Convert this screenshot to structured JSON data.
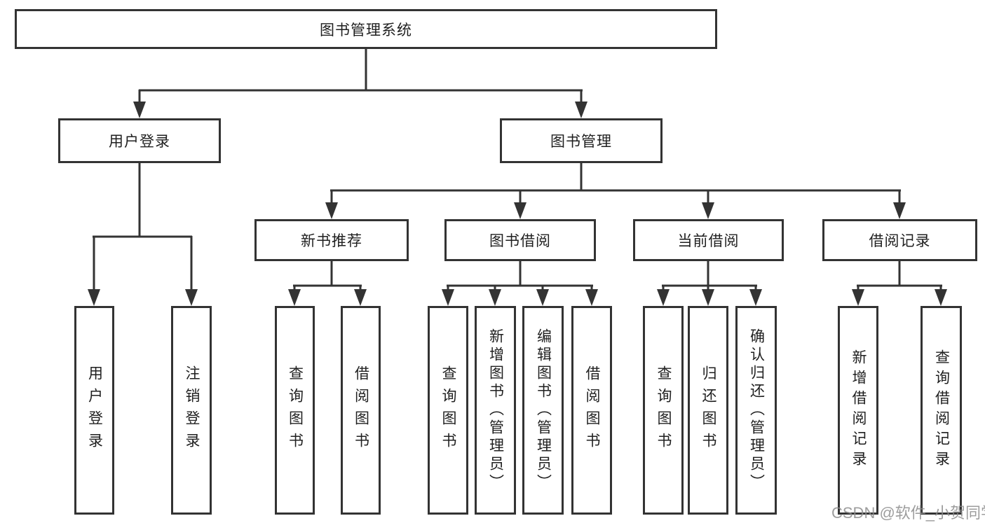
{
  "diagram": {
    "title": "图书管理系统",
    "tree": {
      "root": {
        "label": "图书管理系统",
        "children": [
          {
            "label": "用户登录",
            "children": [
              {
                "label": "用户登录"
              },
              {
                "label": "注销登录"
              }
            ]
          },
          {
            "label": "图书管理",
            "children": [
              {
                "label": "新书推荐",
                "children": [
                  {
                    "label": "查询图书"
                  },
                  {
                    "label": "借阅图书"
                  }
                ]
              },
              {
                "label": "图书借阅",
                "children": [
                  {
                    "label": "查询图书"
                  },
                  {
                    "label": "新增图书（管理员）"
                  },
                  {
                    "label": "编辑图书（管理员）"
                  },
                  {
                    "label": "借阅图书"
                  }
                ]
              },
              {
                "label": "当前借阅",
                "children": [
                  {
                    "label": "查询图书"
                  },
                  {
                    "label": "归还图书"
                  },
                  {
                    "label": "确认归还（管理员）"
                  }
                ]
              },
              {
                "label": "借阅记录",
                "children": [
                  {
                    "label": "新增借阅记录"
                  },
                  {
                    "label": "查询借阅记录"
                  }
                ]
              }
            ]
          }
        ]
      }
    },
    "colors": {
      "line": "#333333",
      "text": "#1f1f1f",
      "box_background": "#ffffff",
      "watermark": "#8c8c8c"
    }
  },
  "watermark": {
    "text": "CSDN @软件_小贺同学"
  }
}
